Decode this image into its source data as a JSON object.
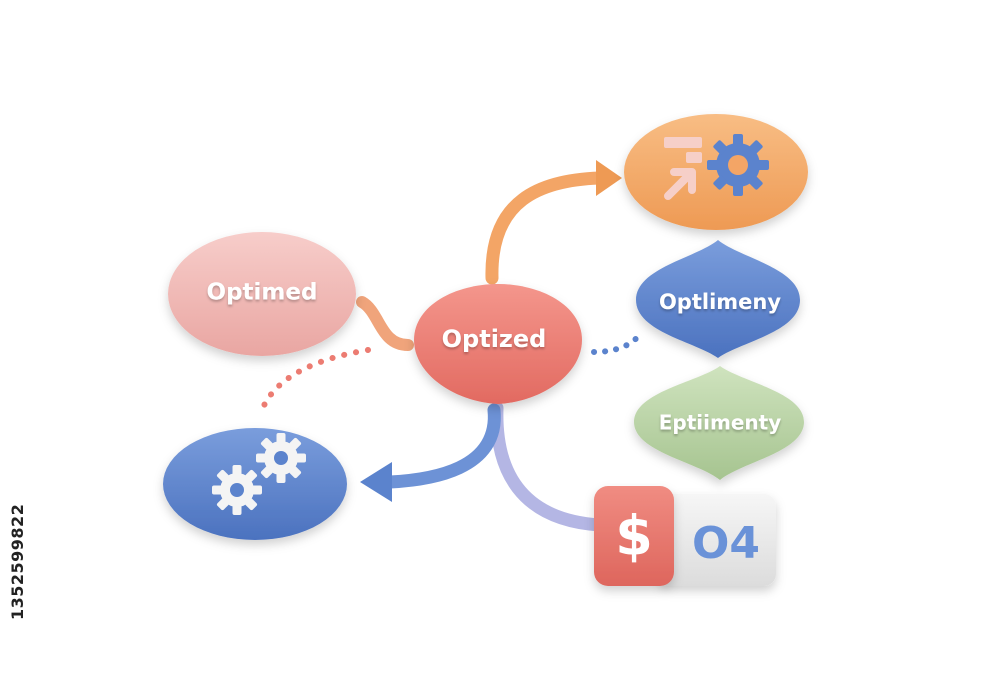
{
  "nodes": {
    "optimed": {
      "label": "Optimed"
    },
    "optized": {
      "label": "Optized"
    },
    "optlimeny": {
      "label": "Optlimeny"
    },
    "eptiimenty": {
      "label": "Eptiimenty"
    },
    "dollar_tile": {
      "label": "$"
    },
    "q4_tile": {
      "label": "O4"
    }
  },
  "icons": {
    "top_right": "settings-arrow-icon",
    "bottom_left": "gears-icon"
  },
  "colors": {
    "pink": "#f0b8b4",
    "coral": "#ec7c72",
    "orange": "#f3a566",
    "blue": "#5b83cd",
    "green": "#b9d3a6",
    "lavender": "#aab0e0",
    "white_tile": "#ececec"
  },
  "side_id": "1352599822"
}
